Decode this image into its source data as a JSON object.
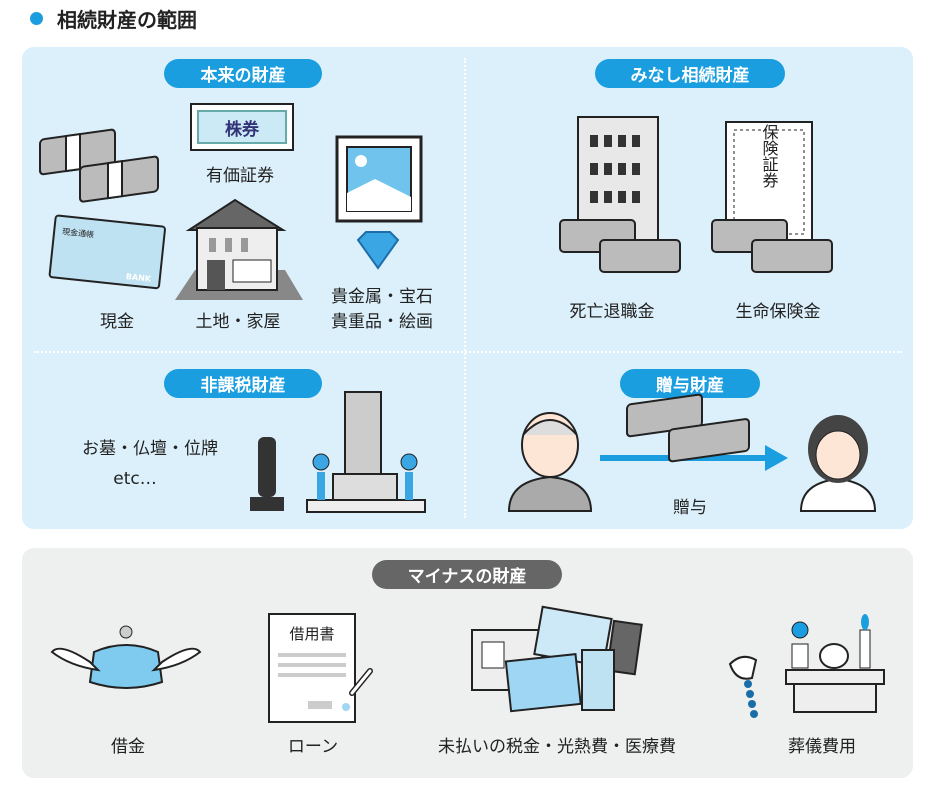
{
  "title": "相続財産の範囲",
  "sections": {
    "original": {
      "label": "本来の財産",
      "items": [
        "現金",
        "有価証券",
        "土地・家屋",
        "貴金属・宝石",
        "貴重品・絵画"
      ],
      "stock_text": "株券",
      "bankbook_text": "現金通帳",
      "bank_text": "BANK"
    },
    "deemed": {
      "label": "みなし相続財産",
      "items": [
        "死亡退職金",
        "生命保険金"
      ],
      "policy_text": "保険証券"
    },
    "tax_exempt": {
      "label": "非課税財産",
      "items": [
        "お墓・仏壇・位牌",
        "etc…"
      ]
    },
    "gift": {
      "label": "贈与財産",
      "items": [
        "贈与"
      ]
    },
    "minus": {
      "label": "マイナスの財産",
      "items": [
        "借金",
        "ローン",
        "未払いの税金・光熱費・医療費",
        "葬儀費用"
      ],
      "loan_doc_text": "借用書"
    }
  },
  "colors": {
    "accent": "#1a9ee0",
    "panel_blue": "#dcf0fb",
    "panel_gray": "#eeefef",
    "pill_gray": "#666666"
  }
}
